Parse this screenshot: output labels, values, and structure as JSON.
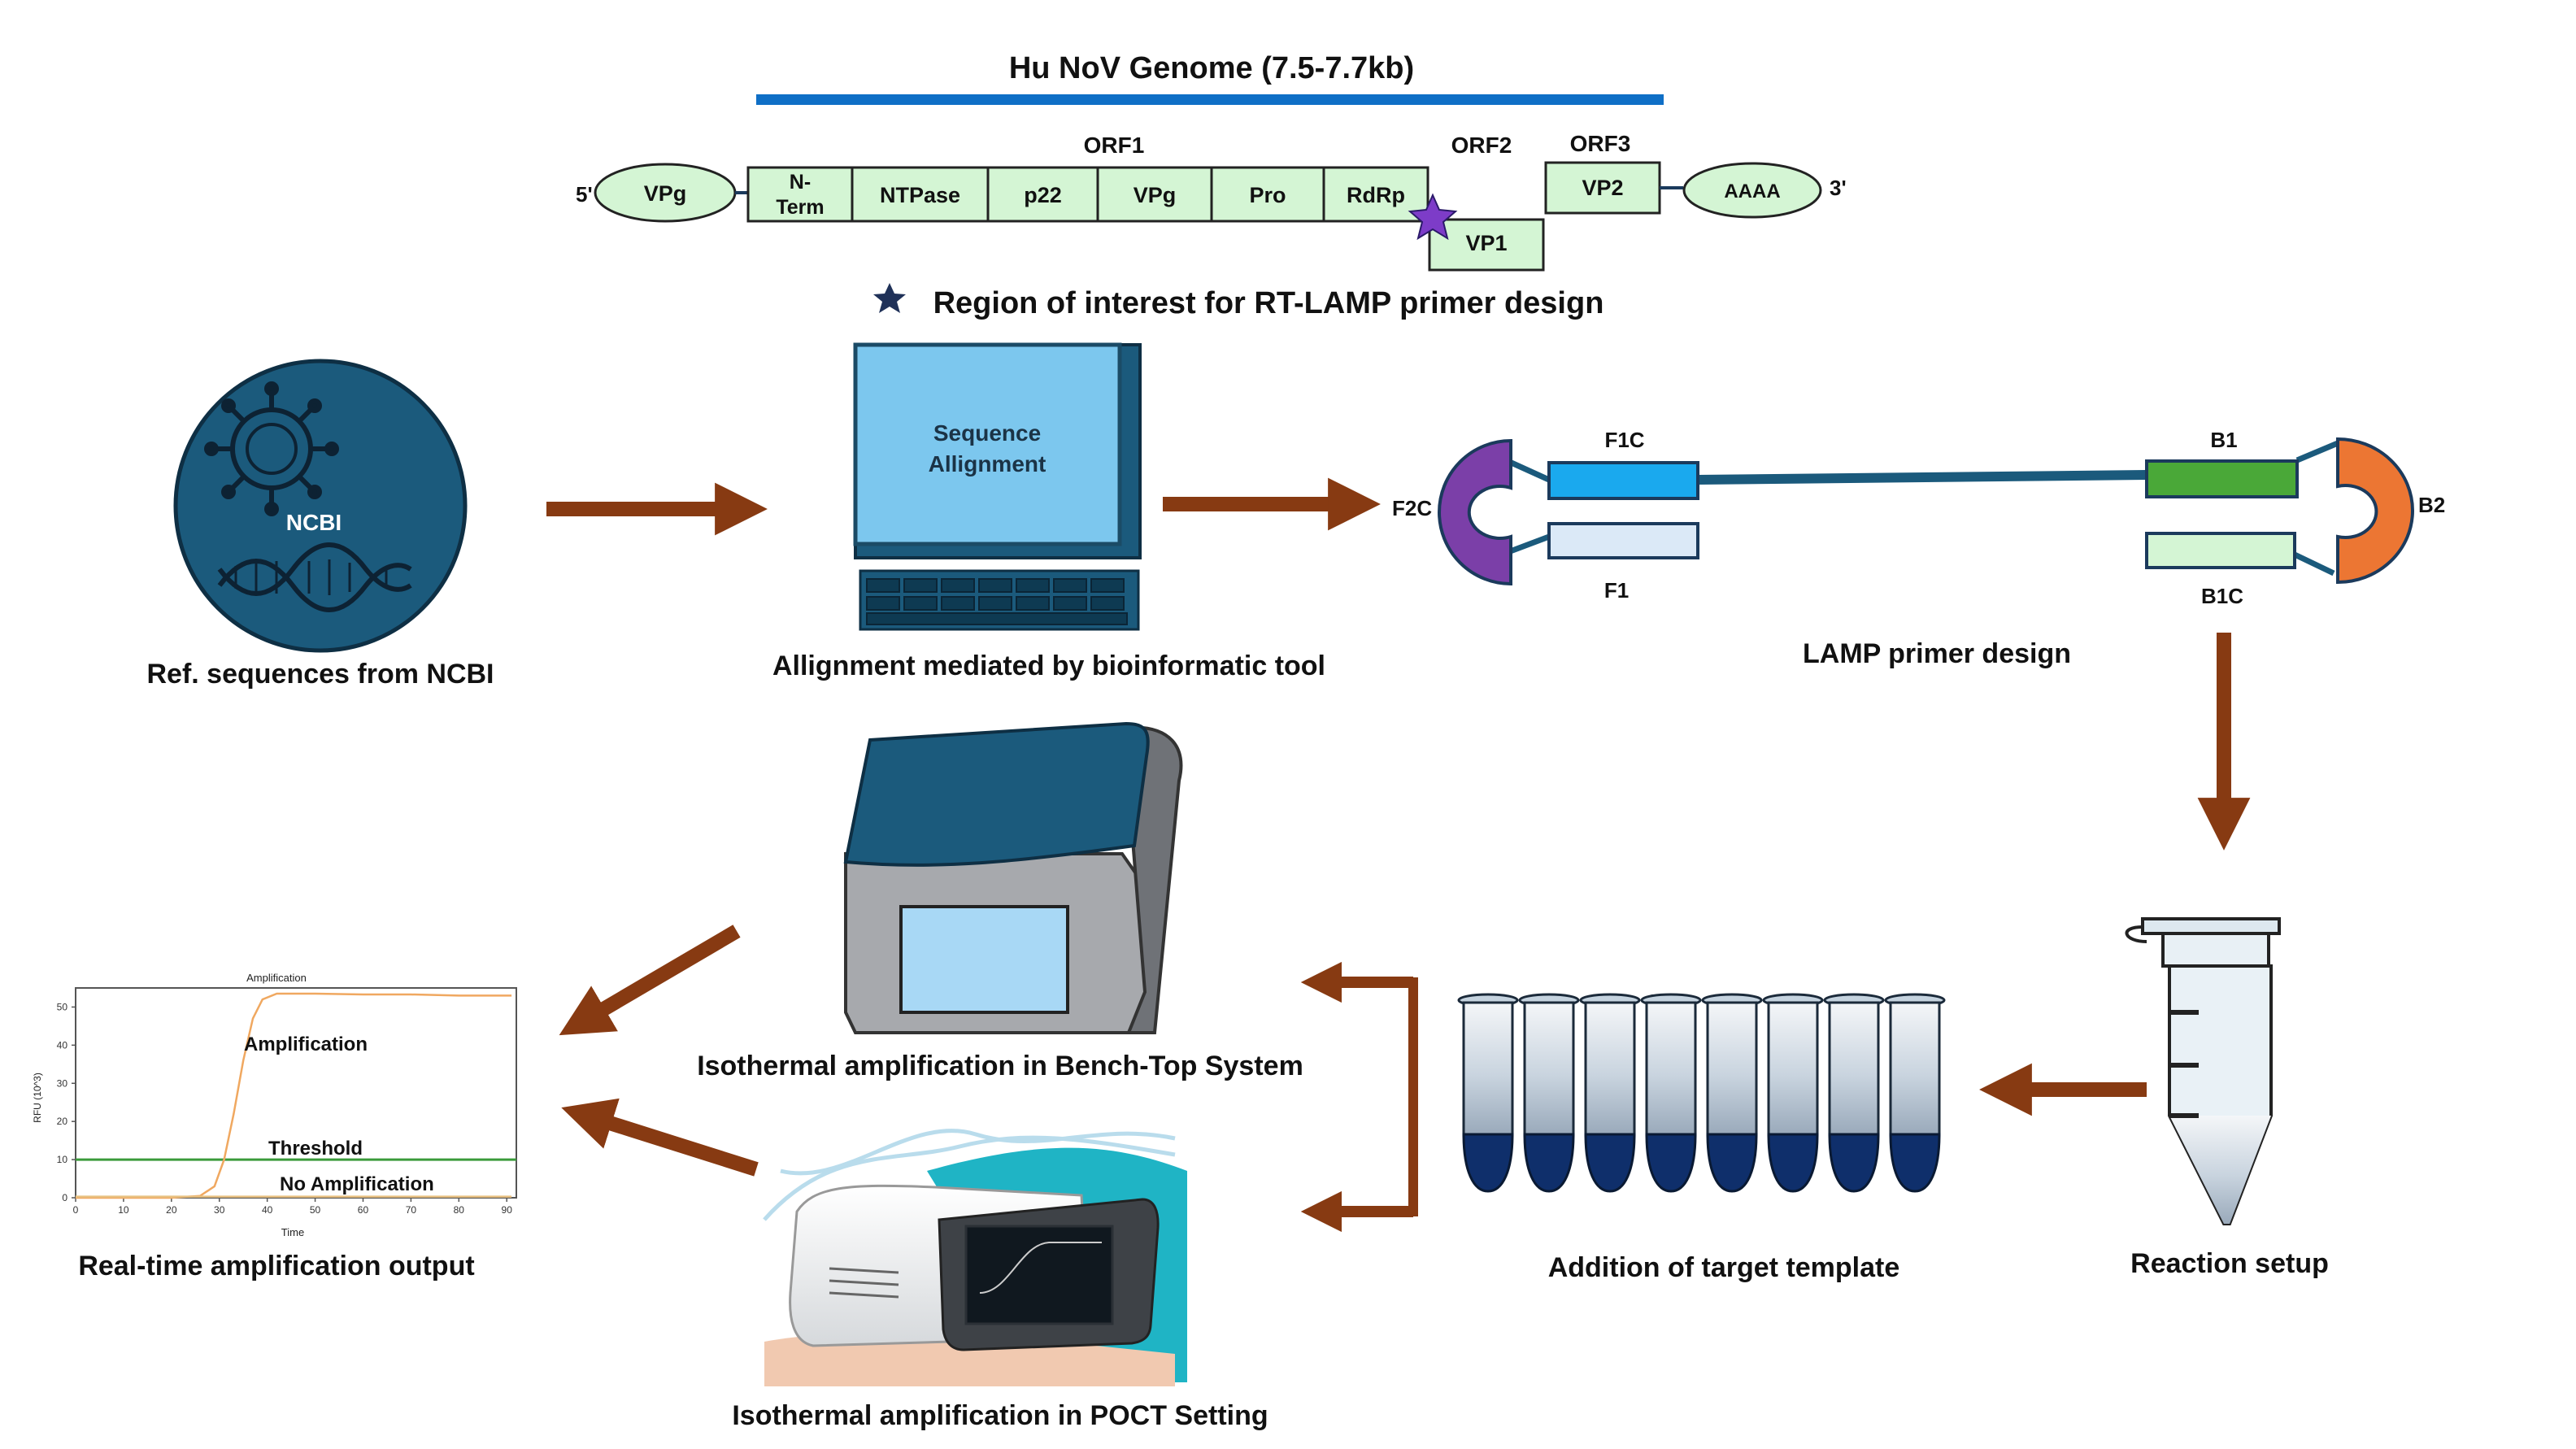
{
  "genome": {
    "title": "Hu NoV Genome (7.5-7.7kb)",
    "five_prime": "5'",
    "three_prime": "3'",
    "vpg_cap": "VPg",
    "polya": "AAAA",
    "orf1_label": "ORF1",
    "orf2_label": "ORF2",
    "orf3_label": "ORF3",
    "orf1_segments": [
      {
        "l1": "N-",
        "l2": "Term"
      },
      {
        "l1": "NTPase",
        "l2": ""
      },
      {
        "l1": "p22",
        "l2": ""
      },
      {
        "l1": "VPg",
        "l2": ""
      },
      {
        "l1": "Pro",
        "l2": ""
      },
      {
        "l1": "RdRp",
        "l2": ""
      }
    ],
    "orf2_segment": "VP1",
    "orf3_segment": "VP2",
    "star_legend": "Region of interest for RT-LAMP primer design"
  },
  "steps": {
    "ncbi": {
      "inside": "NCBI",
      "caption": "Ref. sequences from NCBI"
    },
    "alignment": {
      "screen_l1": "Sequence",
      "screen_l2": "Allignment",
      "caption": "Allignment mediated by bioinformatic tool"
    },
    "primer": {
      "caption": "LAMP primer design",
      "f1c": "F1C",
      "f1": "F1",
      "f2c": "F2C",
      "b1": "B1",
      "b1c": "B1C",
      "b2": "B2"
    },
    "reaction": {
      "caption": "Reaction setup"
    },
    "template": {
      "caption": "Addition of target template"
    },
    "benchtop": {
      "caption": "Isothermal amplification in Bench-Top System"
    },
    "poct": {
      "caption": "Isothermal amplification in POCT Setting"
    },
    "output": {
      "caption": "Real-time amplification output"
    }
  },
  "chart_data": {
    "type": "line",
    "title": "Amplification",
    "xlabel": "Time",
    "ylabel": "RFU (10^3)",
    "xlim": [
      0,
      92
    ],
    "ylim": [
      0,
      55
    ],
    "x_ticks": [
      0,
      10,
      20,
      30,
      40,
      50,
      60,
      70,
      80,
      90
    ],
    "y_ticks": [
      0,
      10,
      20,
      30,
      40,
      50
    ],
    "annotations": {
      "amplification": "Amplification",
      "threshold": "Threshold",
      "no_amplification": "No Amplification"
    },
    "threshold": 10,
    "series": [
      {
        "x": [
          0,
          10,
          20,
          26,
          29,
          31,
          33,
          35,
          37,
          39,
          42,
          50,
          60,
          70,
          80,
          91
        ],
        "y": [
          0,
          0,
          0,
          0.5,
          3,
          10,
          22,
          36,
          47,
          52,
          53.5,
          53.5,
          53.3,
          53.3,
          53,
          53
        ],
        "color": "#f0a860"
      },
      {
        "x": [
          0,
          91
        ],
        "y": [
          0.3,
          0.3
        ],
        "color": "#e8c080"
      }
    ],
    "threshold_color": "#3a9a3a"
  },
  "colors": {
    "teal": "#1b5a7c",
    "arrow": "#873a12",
    "box_fill": "#d4f5d4",
    "genome_bar": "#0f6fc6",
    "screen": "#7cc7ee",
    "f2c": "#7b3fa8",
    "b2": "#ec7633",
    "f1c": "#1aa9ee",
    "f1": "#dbe9f7",
    "b1": "#4aa838",
    "b1c": "#d4f5d4",
    "tube_dark": "#0f2f6b"
  }
}
